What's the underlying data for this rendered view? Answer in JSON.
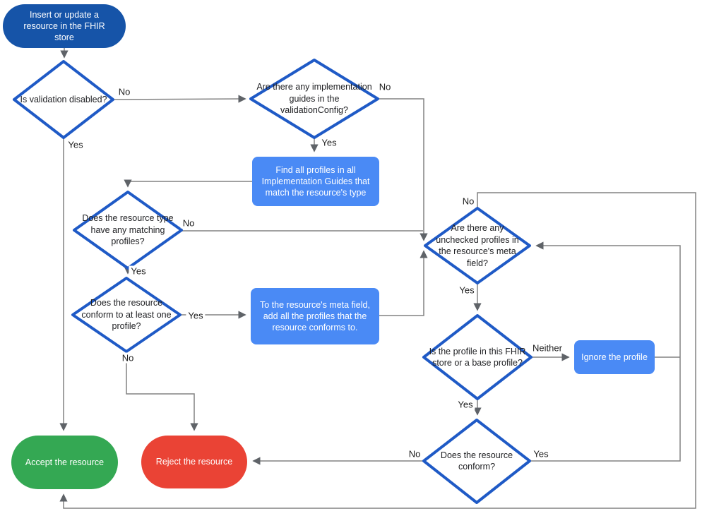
{
  "nodes": {
    "start": {
      "label": "Insert or update a resource in the FHIR store"
    },
    "is_validation_disabled": {
      "label": "Is validation disabled?"
    },
    "implementation_guides": {
      "label": "Are there any implementation guides in the validationConfig?"
    },
    "find_profiles": {
      "label": "Find all profiles in all Implementation Guides that match the resource's type"
    },
    "matching_profiles": {
      "label": "Does the resource type have any matching profiles?"
    },
    "conforms_to_one": {
      "label": "Does the resource conform to at least one profile?"
    },
    "add_to_meta": {
      "label": "To the resource's meta field, add all the profiles that the resource conforms to."
    },
    "unchecked_profiles": {
      "label": "Are there any unchecked profiles in the resource's meta field?"
    },
    "store_or_base_profile": {
      "label": "Is the profile in this FHIR store or a base profile?"
    },
    "ignore_profile": {
      "label": "Ignore the profile"
    },
    "does_conform": {
      "label": "Does the resource conform?"
    },
    "accept": {
      "label": "Accept the resource"
    },
    "reject": {
      "label": "Reject the resource"
    }
  },
  "edge_labels": {
    "validation_no": "No",
    "validation_yes": "Yes",
    "guides_no": "No",
    "guides_yes": "Yes",
    "matching_no": "No",
    "matching_yes": "Yes",
    "conform_one_yes": "Yes",
    "conform_one_no": "No",
    "unchecked_no": "No",
    "unchecked_yes": "Yes",
    "profile_neither": "Neither",
    "profile_yes": "Yes",
    "conform_no": "No",
    "conform_yes": "Yes"
  },
  "colors": {
    "terminal_blue": "#1654A8",
    "process_blue": "#4A8AF5",
    "diamond_border_blue": "#1F5AC6",
    "accept_green": "#34A853",
    "reject_red": "#EA4335",
    "connector_gray": "#828282",
    "arrowhead_gray": "#5F6368"
  }
}
